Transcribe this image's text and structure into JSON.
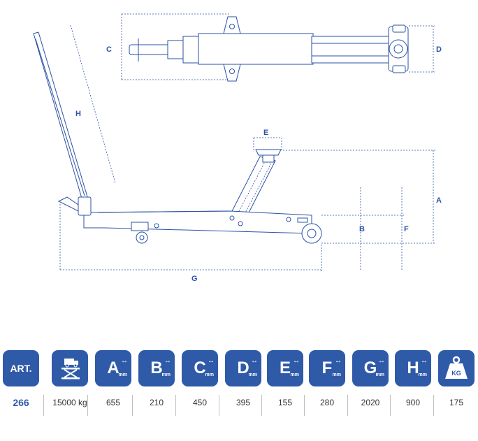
{
  "dimension_labels": {
    "A": "A",
    "B": "B",
    "C": "C",
    "D": "D",
    "E": "E",
    "F": "F",
    "G": "G",
    "H": "H"
  },
  "table": {
    "columns": [
      {
        "key": "art",
        "header": "ART.",
        "value": "266",
        "icon": "art-badge"
      },
      {
        "key": "capacity",
        "header": "",
        "value": "15000 kg",
        "icon": "lift-platform-icon"
      },
      {
        "key": "A",
        "header": "A",
        "unit": "mm",
        "value": "655",
        "icon": "dimension-arrow-icon"
      },
      {
        "key": "B",
        "header": "B",
        "unit": "mm",
        "value": "210",
        "icon": "dimension-arrow-icon"
      },
      {
        "key": "C",
        "header": "C",
        "unit": "mm",
        "value": "450",
        "icon": "dimension-arrow-icon"
      },
      {
        "key": "D",
        "header": "D",
        "unit": "mm",
        "value": "395",
        "icon": "dimension-arrow-icon"
      },
      {
        "key": "E",
        "header": "E",
        "unit": "mm",
        "value": "155",
        "icon": "dimension-arrow-icon"
      },
      {
        "key": "F",
        "header": "F",
        "unit": "mm",
        "value": "280",
        "icon": "dimension-arrow-icon"
      },
      {
        "key": "G",
        "header": "G",
        "unit": "mm",
        "value": "2020",
        "icon": "dimension-arrow-icon"
      },
      {
        "key": "H",
        "header": "H",
        "unit": "mm",
        "value": "900",
        "icon": "dimension-arrow-icon"
      },
      {
        "key": "weight",
        "header": "KG",
        "value": "175",
        "icon": "weight-icon"
      }
    ]
  },
  "colors": {
    "brand": "#2f5aa8",
    "line": "#2a52a6",
    "text": "#333333"
  }
}
